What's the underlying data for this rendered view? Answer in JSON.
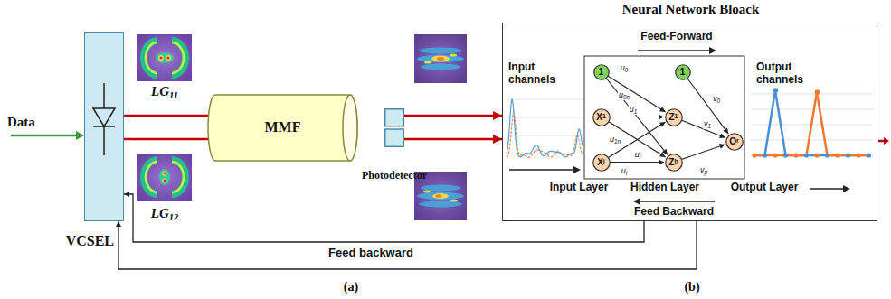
{
  "diagram": {
    "title": "Neural Network Bloack",
    "nodes": [
      {
        "text": [
          "VCSEL"
        ]
      },
      {
        "text": [
          "MMF"
        ]
      },
      {
        "text": [
          "Photodetector"
        ]
      },
      {
        "text": [
          "Neural Network Bloack"
        ]
      },
      {
        "text": [
          "1"
        ],
        "in": 3
      },
      {
        "text": [
          "X1"
        ],
        "in": 3
      },
      {
        "text": [
          "Xi"
        ],
        "in": 3
      },
      {
        "text": [
          "Z1"
        ],
        "in": 3
      },
      {
        "text": [
          "Zh"
        ],
        "in": 3
      },
      {
        "text": [
          "1"
        ],
        "in": 3
      },
      {
        "text": [
          "Or"
        ],
        "in": 3
      }
    ],
    "edges": [
      {
        "from": 0,
        "to": 1,
        "arrow": "none"
      },
      {
        "from": 0,
        "to": 1,
        "arrow": "none"
      },
      {
        "from": 2,
        "to": 3,
        "arrow": "to"
      },
      {
        "from": 2,
        "to": 3,
        "arrow": "to"
      },
      {
        "from": 4,
        "to": 7,
        "arrow": "to"
      },
      {
        "from": 4,
        "to": 8,
        "arrow": "to"
      },
      {
        "from": 5,
        "to": 7,
        "arrow": "to"
      },
      {
        "from": 5,
        "to": 8,
        "arrow": "to"
      },
      {
        "from": 6,
        "to": 7,
        "arrow": "to"
      },
      {
        "from": 6,
        "to": 8,
        "arrow": "to"
      },
      {
        "from": 9,
        "to": 10,
        "arrow": "to"
      },
      {
        "from": 7,
        "to": 10,
        "arrow": "to"
      },
      {
        "from": 8,
        "to": 10,
        "arrow": "to"
      },
      {
        "from": 3,
        "to": 0,
        "arrow": "to",
        "label": "Feed backward"
      },
      {
        "from": 3,
        "to": 0,
        "arrow": "to"
      }
    ],
    "labels": [
      "Data",
      "LG11",
      "LG12",
      "Input channels",
      "Feed-Forward",
      "Output channels",
      "u0",
      "u0n",
      "u1",
      "u1n",
      "ui",
      "ui",
      "v0",
      "v1",
      "vp",
      "Input Layer",
      "Hidden Layer",
      "Output Layer",
      "Feed Backward",
      "(a)",
      "(b)"
    ]
  }
}
